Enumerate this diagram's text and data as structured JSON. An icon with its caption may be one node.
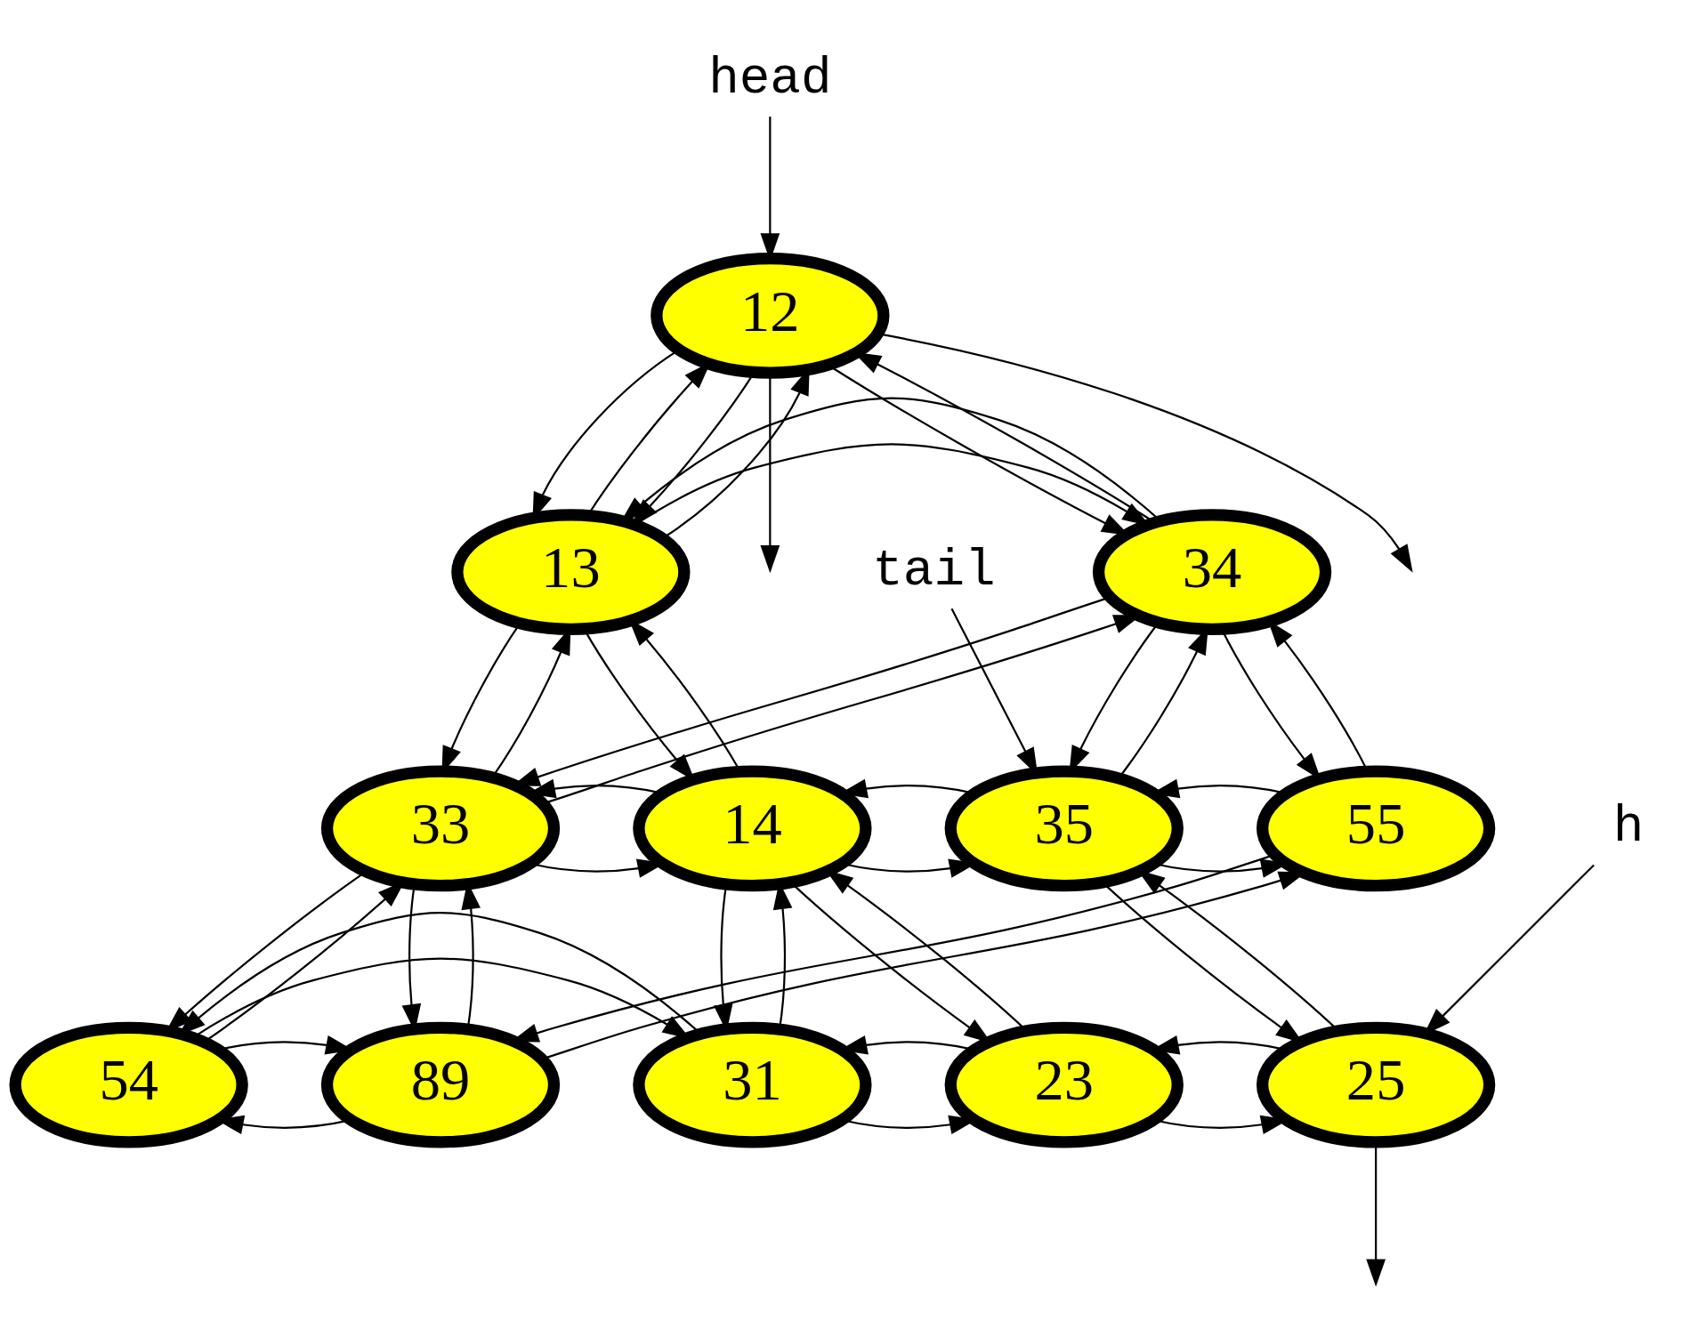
{
  "diagram": {
    "nodes": [
      {
        "text": [
          "head"
        ]
      },
      {
        "text": [
          "12"
        ]
      },
      {
        "text": [
          "13"
        ]
      },
      {
        "text": [
          "34"
        ]
      },
      {
        "text": [
          "33"
        ]
      },
      {
        "text": [
          "14"
        ]
      },
      {
        "text": [
          "35"
        ]
      },
      {
        "text": [
          "55"
        ]
      },
      {
        "text": [
          "89"
        ]
      },
      {
        "text": [
          "54"
        ]
      },
      {
        "text": [
          "31"
        ]
      },
      {
        "text": [
          "23"
        ]
      },
      {
        "text": [
          "25"
        ]
      },
      {
        "text": [
          "tail"
        ]
      },
      {
        "text": [
          "h"
        ]
      }
    ],
    "edges": [
      {
        "from": 0,
        "to": 1,
        "arrow": "to"
      },
      {
        "from": 1,
        "to": null,
        "arrow": "to"
      },
      {
        "from": 1,
        "to": null,
        "arrow": "to"
      },
      {
        "from": 1,
        "to": 2,
        "arrow": "to"
      },
      {
        "from": 2,
        "to": 1,
        "arrow": "to"
      },
      {
        "from": 1,
        "to": 2,
        "arrow": "to"
      },
      {
        "from": 2,
        "to": 1,
        "arrow": "to"
      },
      {
        "from": 1,
        "to": 3,
        "arrow": "to"
      },
      {
        "from": 3,
        "to": 1,
        "arrow": "to"
      },
      {
        "from": 2,
        "to": 3,
        "arrow": "to"
      },
      {
        "from": 3,
        "to": 2,
        "arrow": "to"
      },
      {
        "from": 3,
        "to": 4,
        "arrow": "to"
      },
      {
        "from": 4,
        "to": 3,
        "arrow": "to"
      },
      {
        "from": 2,
        "to": 4,
        "arrow": "to"
      },
      {
        "from": 4,
        "to": 2,
        "arrow": "to"
      },
      {
        "from": 2,
        "to": 5,
        "arrow": "to"
      },
      {
        "from": 5,
        "to": 2,
        "arrow": "to"
      },
      {
        "from": 3,
        "to": 6,
        "arrow": "to"
      },
      {
        "from": 6,
        "to": 3,
        "arrow": "to"
      },
      {
        "from": 3,
        "to": 7,
        "arrow": "to"
      },
      {
        "from": 7,
        "to": 3,
        "arrow": "to"
      },
      {
        "from": 4,
        "to": 5,
        "arrow": "to"
      },
      {
        "from": 5,
        "to": 4,
        "arrow": "to"
      },
      {
        "from": 5,
        "to": 6,
        "arrow": "to"
      },
      {
        "from": 6,
        "to": 5,
        "arrow": "to"
      },
      {
        "from": 6,
        "to": 7,
        "arrow": "to"
      },
      {
        "from": 7,
        "to": 6,
        "arrow": "to"
      },
      {
        "from": 7,
        "to": 8,
        "arrow": "to"
      },
      {
        "from": 8,
        "to": 7,
        "arrow": "to"
      },
      {
        "from": 4,
        "to": 8,
        "arrow": "to"
      },
      {
        "from": 8,
        "to": 4,
        "arrow": "to"
      },
      {
        "from": 4,
        "to": 9,
        "arrow": "to"
      },
      {
        "from": 9,
        "to": 4,
        "arrow": "to"
      },
      {
        "from": 5,
        "to": 10,
        "arrow": "to"
      },
      {
        "from": 10,
        "to": 5,
        "arrow": "to"
      },
      {
        "from": 5,
        "to": 11,
        "arrow": "to"
      },
      {
        "from": 11,
        "to": 5,
        "arrow": "to"
      },
      {
        "from": 6,
        "to": 12,
        "arrow": "to"
      },
      {
        "from": 12,
        "to": 6,
        "arrow": "to"
      },
      {
        "from": 13,
        "to": 6,
        "arrow": "to"
      },
      {
        "from": 8,
        "to": 9,
        "arrow": "to"
      },
      {
        "from": 9,
        "to": 8,
        "arrow": "to"
      },
      {
        "from": 9,
        "to": 10,
        "arrow": "to"
      },
      {
        "from": 10,
        "to": 9,
        "arrow": "to"
      },
      {
        "from": 10,
        "to": 11,
        "arrow": "to"
      },
      {
        "from": 11,
        "to": 10,
        "arrow": "to"
      },
      {
        "from": 11,
        "to": 12,
        "arrow": "to"
      },
      {
        "from": 12,
        "to": 11,
        "arrow": "to"
      },
      {
        "from": 12,
        "to": null,
        "arrow": "to"
      },
      {
        "from": 14,
        "to": 12,
        "arrow": "to"
      }
    ]
  }
}
